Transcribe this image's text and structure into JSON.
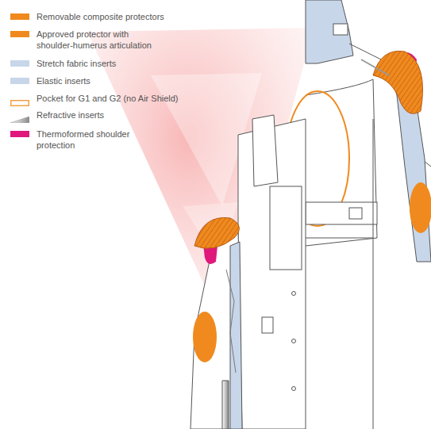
{
  "diagram": {
    "legend": [
      {
        "text": "Removable composite protectors",
        "color": "#f08a1e"
      },
      {
        "text": "Approved protector with shoulder-humerus articulation",
        "color": "#f08a1e"
      },
      {
        "text": "Stretch fabric inserts",
        "color": "#c8d6ea"
      },
      {
        "text": "Elastic inserts",
        "color": "#c8d6ea"
      },
      {
        "text": "Pocket for G1 and G2 (no Air Shield)"
      },
      {
        "text": "Refractive inserts"
      },
      {
        "text": "Thermoformed shoulder protection",
        "color": "#e0187c"
      }
    ]
  }
}
